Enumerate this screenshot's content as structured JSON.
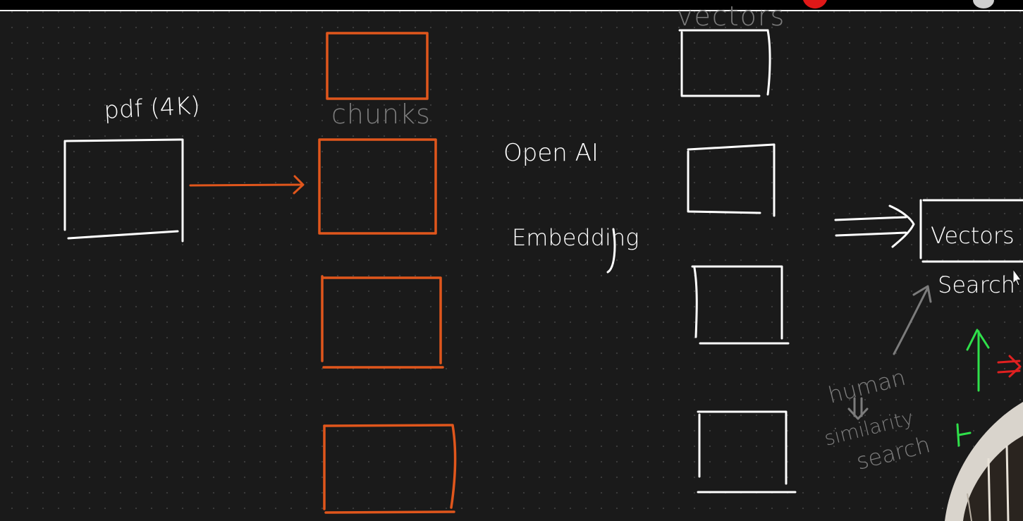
{
  "labels": {
    "pdf": "pdf (4K)",
    "chunks": "chunks",
    "openai": "Open AI",
    "embedding": "Embedding",
    "vectors_top": "vectors",
    "vectors_db": "Vectors",
    "search": "Search",
    "human": "human",
    "similarity": "similarity",
    "search2": "search"
  },
  "colors": {
    "background": "#1a1a1a",
    "ink_white": "#ffffff",
    "ink_orange": "#e0561c",
    "ink_gray": "#8a8a8a",
    "ink_green": "#2fe04a",
    "ink_red": "#e02020"
  },
  "icons": [
    "red-record-dot-icon",
    "pointer-cursor-icon",
    "webcam-overlay"
  ]
}
